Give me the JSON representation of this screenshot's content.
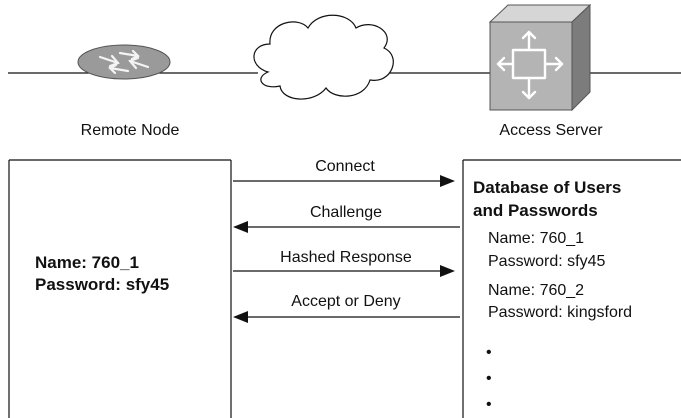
{
  "nodes": {
    "remote_label": "Remote Node",
    "server_label": "Access Server"
  },
  "client": {
    "name_line": "Name: 760_1",
    "password_line": "Password: sfy45"
  },
  "messages": [
    {
      "label": "Connect",
      "direction": "to-server"
    },
    {
      "label": "Challenge",
      "direction": "to-client"
    },
    {
      "label": "Hashed Response",
      "direction": "to-server"
    },
    {
      "label": "Accept or Deny",
      "direction": "to-client"
    }
  ],
  "database": {
    "title_line1": "Database of Users",
    "title_line2": "and Passwords",
    "users": [
      {
        "name": "Name: 760_1",
        "password": "Password: sfy45"
      },
      {
        "name": "Name: 760_2",
        "password": "Password: kingsford"
      }
    ],
    "more_bullets": [
      "•",
      "•",
      "•"
    ]
  },
  "colors": {
    "line": "#111111",
    "router_fill": "#9a9a9a",
    "server_light": "#d6d6d6",
    "server_mid": "#b4b4b4",
    "server_dark": "#7c7c7c"
  }
}
